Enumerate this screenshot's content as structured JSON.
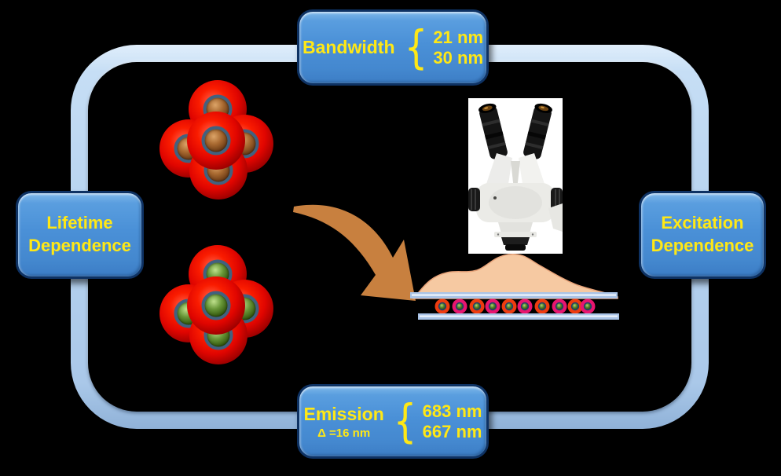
{
  "colors": {
    "background": "#000000",
    "node_fill": "#4a90d7",
    "accent_text": "#ffe815",
    "frame_blue": "#b7d3ef",
    "arrow_orange": "#c8803f",
    "tissue_peach": "#f6c9a2",
    "particle_red": "#e00500",
    "core_brown": "#a86930",
    "core_green": "#679637"
  },
  "nodes": {
    "top": {
      "label": "Bandwidth",
      "brace": "{",
      "values": [
        "21 nm",
        "30 nm"
      ]
    },
    "bottom": {
      "label": "Emission",
      "sublabel": "Δ =16 nm",
      "brace": "{",
      "values": [
        "683 nm",
        "667 nm"
      ]
    },
    "left": {
      "line1": "Lifetime",
      "line2": "Dependence"
    },
    "right": {
      "line1": "Excitation",
      "line2": "Dependence"
    }
  },
  "graphics": {
    "cluster_top": "nanoparticle-cluster-brown-cores",
    "cluster_bottom": "nanoparticle-cluster-green-cores",
    "microscope": "stereo-microscope-photo",
    "sample": "tissue-mound-on-slide-with-nanoparticle-row",
    "arrow": "curved-orange-arrow"
  }
}
